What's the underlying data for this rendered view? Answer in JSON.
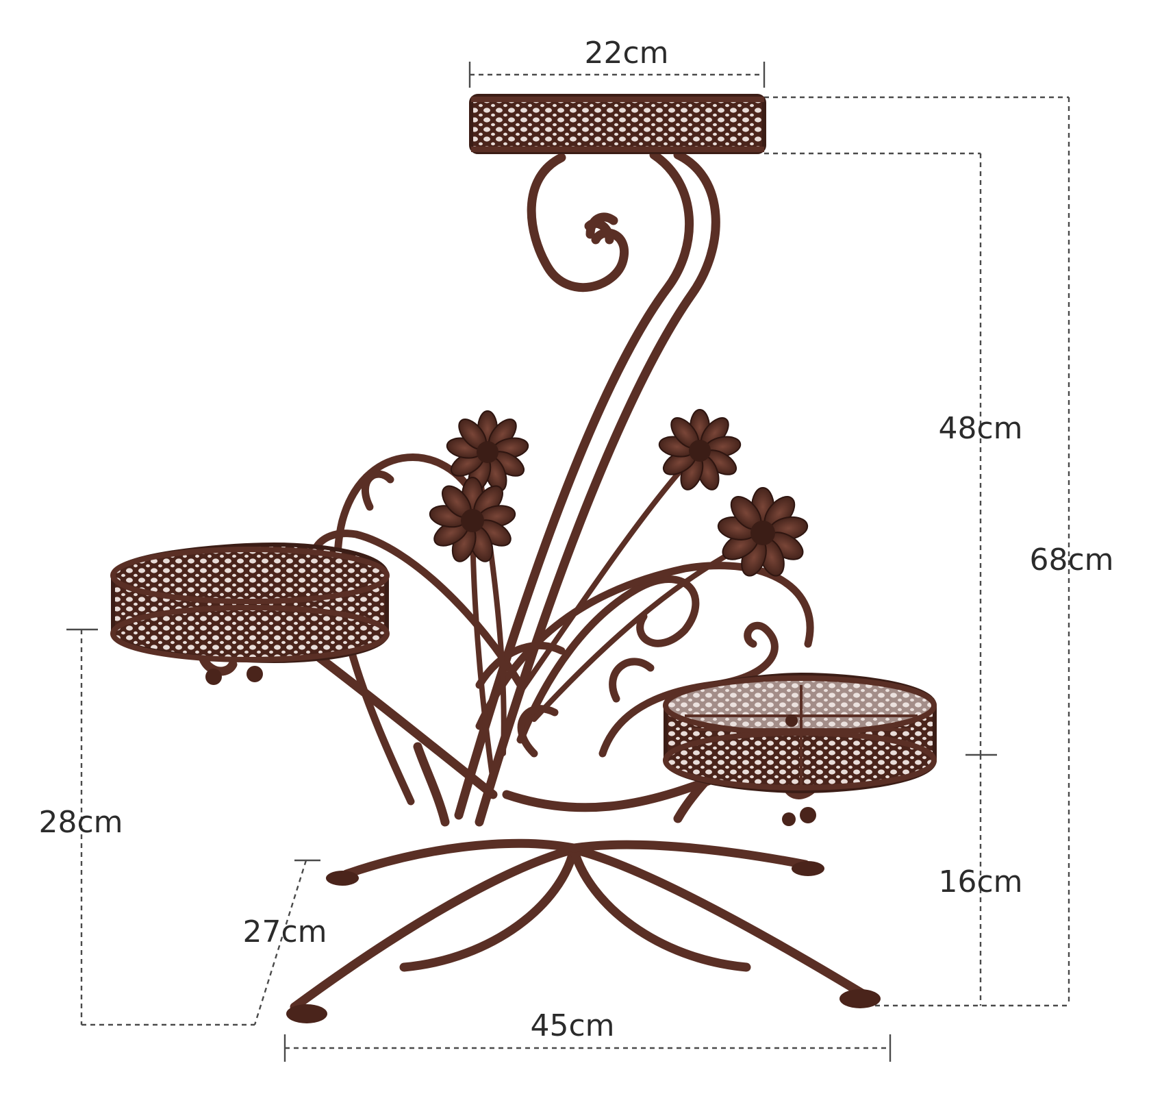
{
  "product": {
    "color_main": "#5a2f25",
    "color_dark": "#3b1d16",
    "color_light": "#8a5646"
  },
  "dimensions": {
    "top_width": "22cm",
    "upper_height": "48cm",
    "total_height": "68cm",
    "left_height": "28cm",
    "depth": "27cm",
    "right_height": "16cm",
    "base_width": "45cm"
  }
}
